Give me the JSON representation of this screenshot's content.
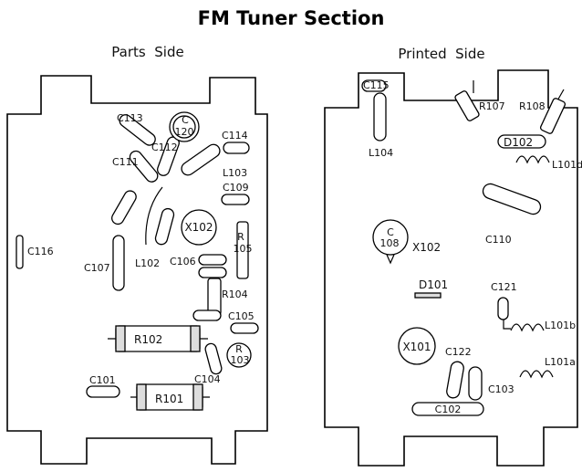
{
  "title": "FM Tuner Section",
  "left_panel": {
    "heading": "Parts  Side",
    "labels": {
      "C113": "C113",
      "C120": "C\n120",
      "C114": "C114",
      "C111": "C111",
      "C112": "C112",
      "L103": "L103",
      "C116": "C116",
      "C109": "C109",
      "X102": "X102",
      "R105": "R\n105",
      "C107": "C107",
      "L102": "L102",
      "C106": "C106",
      "R104": "R104",
      "C105": "C105",
      "R102": "R102",
      "R103": "R\n103",
      "C104": "C104",
      "C101": "C101",
      "R101": "R101"
    }
  },
  "right_panel": {
    "heading": "Printed  Side",
    "labels": {
      "C115": "C115",
      "L104": "L104",
      "R107": "R107",
      "R108": "R108",
      "D102": "D102",
      "L101d": "L101d",
      "C108": "C\n108",
      "X102": "X102",
      "C110": "C110",
      "D101": "D101",
      "C121": "C121",
      "L101b": "L101b",
      "X101": "X101",
      "C122": "C122",
      "L101a": "L101a",
      "C103": "C103",
      "C102": "C102"
    }
  }
}
